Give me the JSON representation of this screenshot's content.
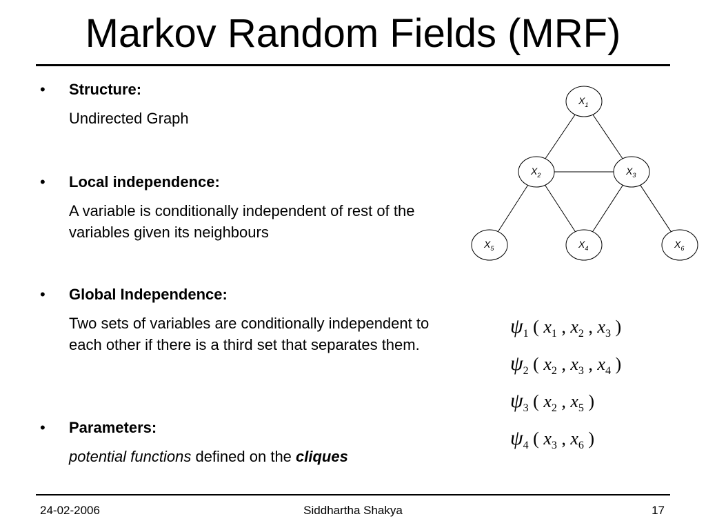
{
  "slide": {
    "title": "Markov Random Fields (MRF)"
  },
  "bullets": [
    {
      "marker": "•",
      "heading": "Structure:",
      "body": "Undirected Graph"
    },
    {
      "marker": "•",
      "heading": "Local independence:",
      "body": "A variable is conditionally independent of rest of the variables given its neighbours"
    },
    {
      "marker": "•",
      "heading": "Global Independence:",
      "body": "Two sets of variables are conditionally independent to each other if there is a third set that separates them."
    },
    {
      "marker": "•",
      "heading": "Parameters:",
      "body_parts": [
        {
          "text": "potential functions",
          "style": "italic"
        },
        {
          "text": " defined on the ",
          "style": "normal"
        },
        {
          "text": "cliques",
          "style": "bold-italic"
        }
      ]
    }
  ],
  "graph": {
    "nodes": [
      {
        "id": "x1",
        "label": "X",
        "sub": "1"
      },
      {
        "id": "x2",
        "label": "X",
        "sub": "2"
      },
      {
        "id": "x3",
        "label": "X",
        "sub": "3"
      },
      {
        "id": "x4",
        "label": "X",
        "sub": "4"
      },
      {
        "id": "x5",
        "label": "X",
        "sub": "5"
      },
      {
        "id": "x6",
        "label": "X",
        "sub": "6"
      }
    ],
    "edges": [
      [
        "x1",
        "x2"
      ],
      [
        "x1",
        "x3"
      ],
      [
        "x2",
        "x3"
      ],
      [
        "x2",
        "x4"
      ],
      [
        "x3",
        "x4"
      ],
      [
        "x2",
        "x5"
      ],
      [
        "x3",
        "x6"
      ]
    ]
  },
  "formulas": [
    {
      "psi": "ψ",
      "idx": "1",
      "args": [
        [
          "x",
          "1"
        ],
        [
          "x",
          "2"
        ],
        [
          "x",
          "3"
        ]
      ]
    },
    {
      "psi": "ψ",
      "idx": "2",
      "args": [
        [
          "x",
          "2"
        ],
        [
          "x",
          "3"
        ],
        [
          "x",
          "4"
        ]
      ]
    },
    {
      "psi": "ψ",
      "idx": "3",
      "args": [
        [
          "x",
          "2"
        ],
        [
          "x",
          "5"
        ]
      ]
    },
    {
      "psi": "ψ",
      "idx": "4",
      "args": [
        [
          "x",
          "3"
        ],
        [
          "x",
          "6"
        ]
      ]
    }
  ],
  "footer": {
    "date": "24-02-2006",
    "author": "Siddhartha Shakya",
    "page": "17"
  }
}
